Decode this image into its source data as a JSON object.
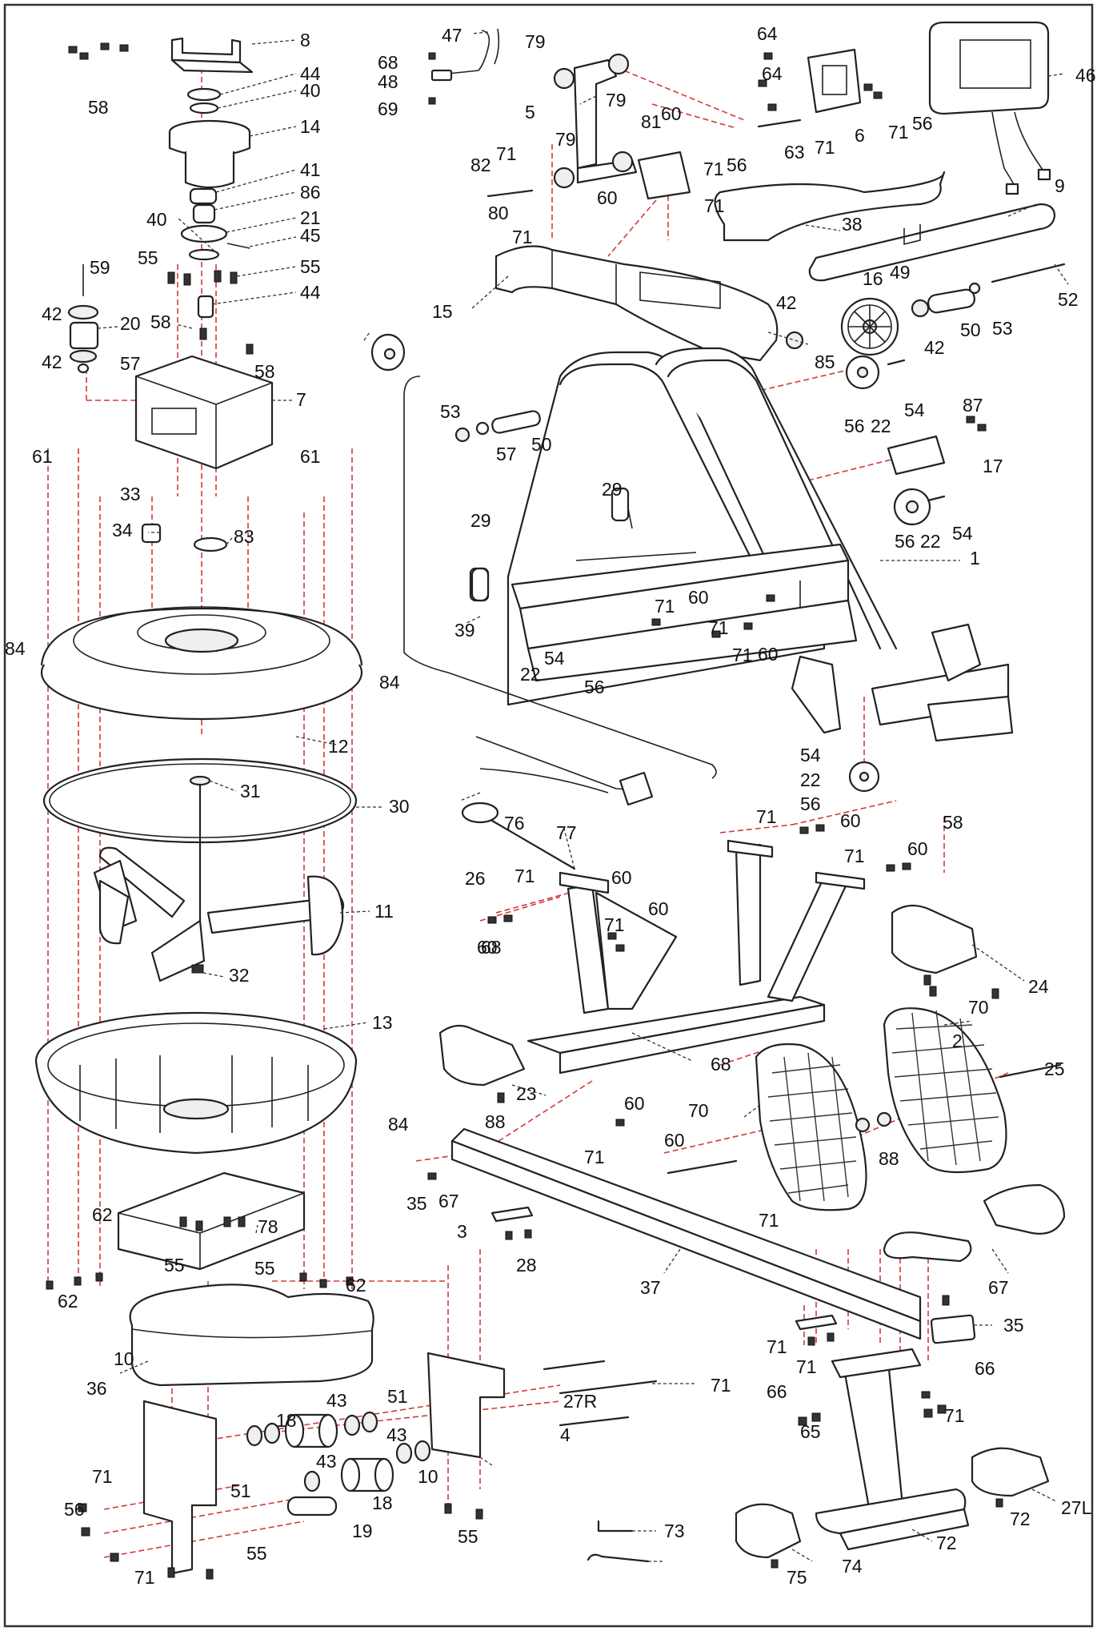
{
  "diagram": {
    "type": "exploded-parts-diagram",
    "colors": {
      "outline": "#222222",
      "assembly_line": "#d23a3a",
      "background": "#ffffff",
      "frame_border": "#333333"
    },
    "labels": [
      "8",
      "44",
      "40",
      "14",
      "41",
      "86",
      "21",
      "45",
      "40",
      "55",
      "59",
      "55",
      "44",
      "42",
      "20",
      "58",
      "42",
      "57",
      "58",
      "7",
      "58",
      "61",
      "33",
      "34",
      "83",
      "61",
      "84",
      "84",
      "12",
      "31",
      "30",
      "11",
      "32",
      "13",
      "84",
      "62",
      "78",
      "55",
      "55",
      "62",
      "62",
      "36",
      "10",
      "18",
      "43",
      "51",
      "43",
      "43",
      "51",
      "18",
      "10",
      "19",
      "71",
      "56",
      "71",
      "55",
      "55",
      "47",
      "68",
      "48",
      "69",
      "79",
      "5",
      "79",
      "81",
      "60",
      "82",
      "71",
      "79",
      "60",
      "71",
      "56",
      "80",
      "71",
      "71",
      "15",
      "64",
      "64",
      "6",
      "63",
      "71",
      "71",
      "56",
      "46",
      "9",
      "38",
      "16",
      "49",
      "42",
      "42",
      "50",
      "53",
      "52",
      "85",
      "56",
      "22",
      "54",
      "87",
      "17",
      "56",
      "22",
      "54",
      "1",
      "53",
      "57",
      "50",
      "29",
      "29",
      "39",
      "71",
      "60",
      "71",
      "71",
      "60",
      "54",
      "22",
      "56",
      "54",
      "22",
      "56",
      "58",
      "76",
      "77",
      "71",
      "60",
      "71",
      "60",
      "71",
      "60",
      "60",
      "71",
      "60",
      "26",
      "68",
      "24",
      "70",
      "2",
      "25",
      "68",
      "23",
      "88",
      "70",
      "88",
      "60",
      "71",
      "60",
      "71",
      "35",
      "67",
      "3",
      "28",
      "37",
      "35",
      "67",
      "71",
      "71",
      "66",
      "66",
      "65",
      "71",
      "71",
      "4",
      "27R",
      "72",
      "27L",
      "72",
      "74",
      "75",
      "73"
    ]
  }
}
